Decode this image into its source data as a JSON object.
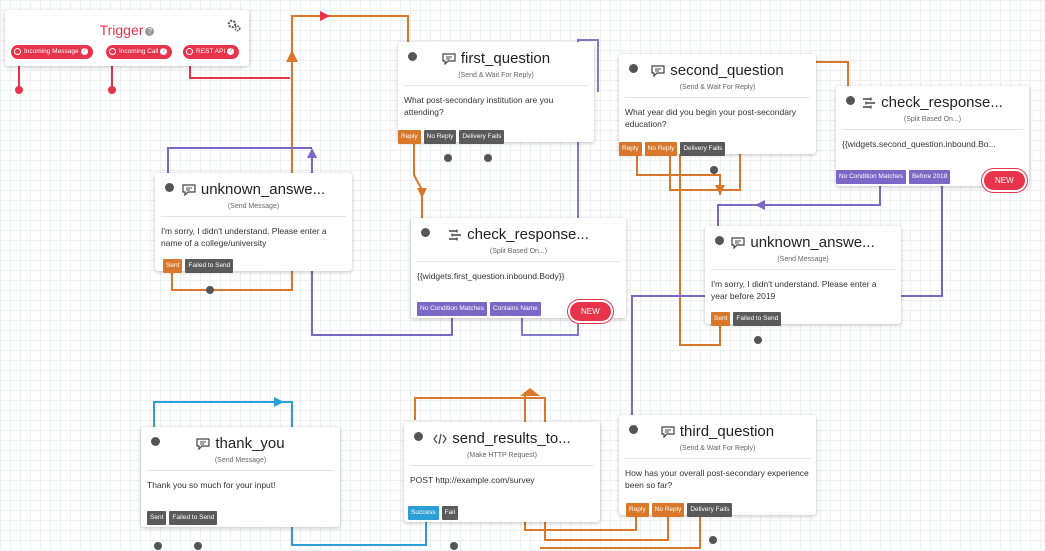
{
  "trigger": {
    "title": "Trigger",
    "help_glyph": "?",
    "settings_icon": "gear-icon",
    "buttons": [
      "Incoming Message",
      "Incoming Call",
      "REST API"
    ]
  },
  "icons": {
    "send_message": "speech-bubble-icon",
    "split": "split-icon",
    "http": "code-icon"
  },
  "colors": {
    "trigger_red": "#e8344b",
    "orange_port": "#d9782a",
    "gray_port": "#5a5a5a",
    "purple_port": "#7b68c6",
    "blue_port": "#2d9fd8"
  },
  "widgets": {
    "first_question": {
      "title": "first_question",
      "type": "(Send & Wait For Reply)",
      "body": "What post-secondary institution are you attending?",
      "ports": [
        "Reply",
        "No Reply",
        "Delivery Fails"
      ]
    },
    "second_question": {
      "title": "second_question",
      "type": "(Send & Wait For Reply)",
      "body": "What year did you begin your post-secondary education?",
      "ports": [
        "Reply",
        "No Reply",
        "Delivery Fails"
      ]
    },
    "check_response_2": {
      "title": "check_response...",
      "type": "(Split Based On...)",
      "body": "{{widgets.second_question.inbound.Bo...",
      "ports": [
        "No Condition Matches",
        "Before 2018"
      ],
      "new_label": "NEW"
    },
    "unknown_answer_1": {
      "title": "unknown_answe...",
      "type": "(Send Message)",
      "body": "I'm sorry, I didn't understand. Please enter a name of a college/university",
      "ports": [
        "Sent",
        "Failed to Send"
      ]
    },
    "check_response_1": {
      "title": "check_response...",
      "type": "(Split Based On...)",
      "body": "{{widgets.first_question.inbound.Body}}",
      "ports": [
        "No Condition Matches",
        "Contains Name"
      ],
      "new_label": "NEW"
    },
    "unknown_answer_2": {
      "title": "unknown_answe...",
      "type": "(Send Message)",
      "body": "I'm sorry, I didn't understand. Please enter a year before 2019",
      "ports": [
        "Sent",
        "Failed to Send"
      ]
    },
    "thank_you": {
      "title": "thank_you",
      "type": "(Send Message)",
      "body": "Thank you so much for your input!",
      "ports": [
        "Sent",
        "Failed to Send"
      ]
    },
    "send_results": {
      "title": "send_results_to...",
      "type": "(Make HTTP Request)",
      "body": "POST http://example.com/survey",
      "ports": [
        "Success",
        "Fail"
      ]
    },
    "third_question": {
      "title": "third_question",
      "type": "(Send & Wait For Reply)",
      "body": "How has your overall post-secondary experience been so far?",
      "ports": [
        "Reply",
        "No Reply",
        "Delivery Fails"
      ]
    }
  }
}
